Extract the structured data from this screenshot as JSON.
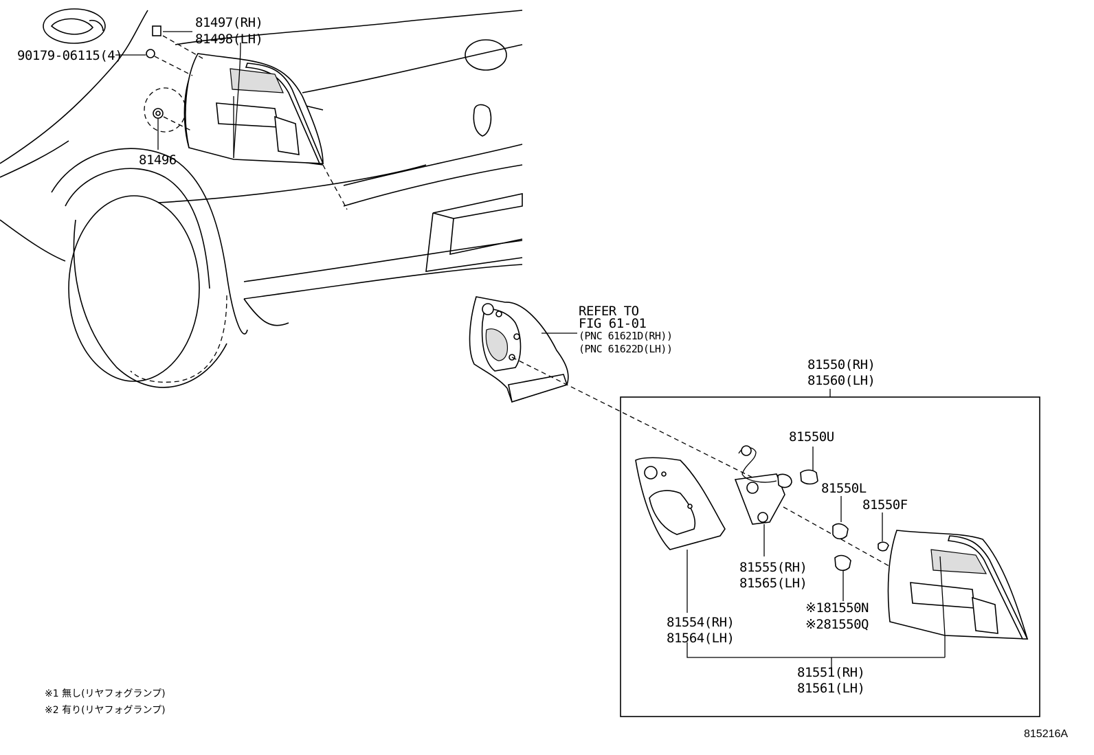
{
  "labels": {
    "p81497_81498": [
      "81497(RH)",
      "81498(LH)"
    ],
    "p90179": "90179-06115(4)",
    "p81496": "81496",
    "refer": [
      "REFER TO",
      "FIG 61-01",
      "(PNC 61621D(RH))",
      "(PNC 61622D(LH))"
    ],
    "p81550_81560": [
      "81550(RH)",
      "81560(LH)"
    ],
    "p81550U": "81550U",
    "p81550L": "81550L",
    "p81550F": "81550F",
    "p81555_81565": [
      "81555(RH)",
      "81565(LH)"
    ],
    "p81550N": "※181550N",
    "p81550Q": "※281550Q",
    "p81554_81564": [
      "81554(RH)",
      "81564(LH)"
    ],
    "p81551_81561": [
      "81551(RH)",
      "81561(LH)"
    ]
  },
  "notes": [
    "※1 無し(リヤフォグランプ)",
    "※2 有り(リヤフォグランプ)"
  ],
  "figure_id": "815216A"
}
